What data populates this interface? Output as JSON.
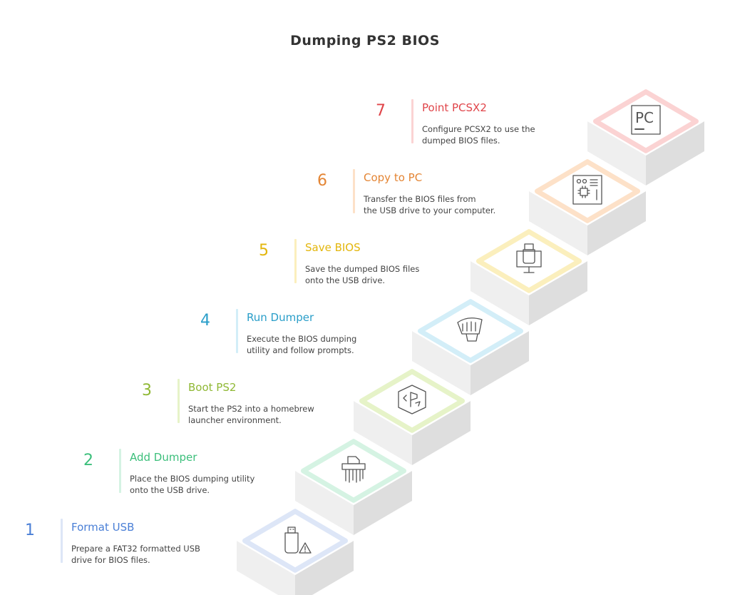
{
  "title": "Dumping PS2 BIOS",
  "steps": [
    {
      "number": "1",
      "title": "Format USB",
      "desc_lines": [
        "Prepare a FAT32 formatted USB",
        "drive for BIOS files."
      ],
      "color": "#4a7fd6",
      "light": "#dde6f7",
      "icon": "usb-warning-icon"
    },
    {
      "number": "2",
      "title": "Add Dumper",
      "desc_lines": [
        "Place the BIOS dumping utility",
        "onto the USB drive."
      ],
      "color": "#3cbf7b",
      "light": "#d5f3e3",
      "icon": "shredder-icon"
    },
    {
      "number": "3",
      "title": "Boot PS2",
      "desc_lines": [
        "Start the PS2 into a homebrew",
        "launcher environment."
      ],
      "color": "#8fb834",
      "light": "#e6f3c8",
      "icon": "playstation-icon"
    },
    {
      "number": "4",
      "title": "Run Dumper",
      "desc_lines": [
        "Execute the BIOS dumping",
        "utility and follow prompts."
      ],
      "color": "#2a9ec9",
      "light": "#d3eef8",
      "icon": "dumper-fist-icon"
    },
    {
      "number": "5",
      "title": "Save BIOS",
      "desc_lines": [
        "Save the dumped BIOS files",
        "onto the USB drive."
      ],
      "color": "#e3b60c",
      "light": "#fbefbd",
      "icon": "usb-monitor-icon"
    },
    {
      "number": "6",
      "title": "Copy to PC",
      "desc_lines": [
        "Transfer the BIOS files from",
        "the USB drive to your computer."
      ],
      "color": "#e48534",
      "light": "#fde1c8",
      "icon": "motherboard-icon"
    },
    {
      "number": "7",
      "title": "Point PCSX2",
      "desc_lines": [
        "Configure PCSX2 to use the",
        "dumped BIOS files."
      ],
      "color": "#e0454a",
      "light": "#fbd3d3",
      "icon": "pc-icon"
    }
  ],
  "icon_labels": {
    "pc": "PC"
  }
}
